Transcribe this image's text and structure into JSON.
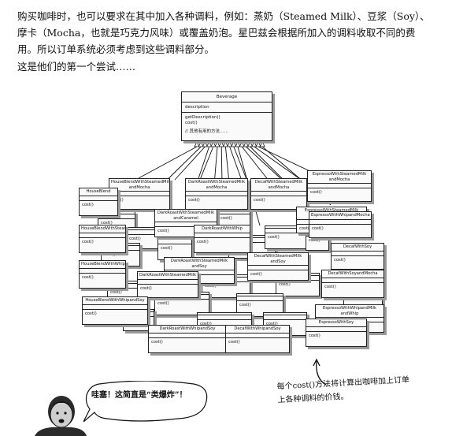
{
  "intro": {
    "paragraph": "购买咖啡时，也可以要求在其中加入各种调料，例如：蒸奶（Steamed Milk）、豆浆（Soy）、摩卡（Mocha，也就是巧克力风味）或覆盖奶泡。星巴兹会根据所加入的调料收取不同的费用。所以订单系统必须考虑到这些调料部分。",
    "subtitle": "这是他们的第一个尝试……"
  },
  "base_class": {
    "name": "Beverage",
    "attribute": "description",
    "methods": [
      "getDescription()",
      "cost()"
    ],
    "comment": "// 其他有用的方法……"
  },
  "subclasses": [
    {
      "name": "HouseBlendWithSteamedMilk\nandMocha",
      "method": "cost()"
    },
    {
      "name": "DarkRoastWithSteamedMilk\nandMocha",
      "method": "cost()"
    },
    {
      "name": "DecafWithSteamedMilk\nandMocha",
      "method": "cost()"
    },
    {
      "name": "EspressoWithSteamedMilk\nandMocha",
      "method": "cost()"
    },
    {
      "name": "HouseBlend",
      "method": "cost()"
    },
    {
      "name": "DarkRoastWithSteamedMilk\nandCaramel",
      "method": "cost()"
    },
    {
      "name": "EspressoWithSteamedMilk\nandCaramel",
      "method": "cost()"
    },
    {
      "name": "EspressoWithWhipandMocha",
      "method": "cost()"
    },
    {
      "name": "HouseBlendWithSteamedMilk",
      "method": "cost()"
    },
    {
      "name": "DarkRoastWithWhip",
      "method": "cost()"
    },
    {
      "name": "DecafWithSoy",
      "method": "cost()"
    },
    {
      "name": "DarkRoastWithSteamedMilk\nandSoy",
      "method": "cost()"
    },
    {
      "name": "DecafWithSteamedMilk\nandSoy",
      "method": "cost()"
    },
    {
      "name": "HouseBlendWithWhip",
      "method": "cost()"
    },
    {
      "name": "DarkRoastWithSteamedMilk",
      "method": "cost()"
    },
    {
      "name": "DecafWithSoyandMocha",
      "method": "cost()"
    },
    {
      "name": "HouseBlendWithWhipandSoy",
      "method": "cost()"
    },
    {
      "name": "DarkRoastWithWhipandSoy",
      "method": "cost()"
    },
    {
      "name": "DecafWithWhipandSoy",
      "method": "cost()"
    },
    {
      "name": "EspressoWithWhipandMilk\nandWhip",
      "method": "cost()"
    },
    {
      "name": "EspressoWithSoy",
      "method": "cost()"
    }
  ],
  "speech_bubble": "哇塞！这简直是“类爆炸”！",
  "annotation": "每个cost()方法将计算出咖啡加上订单上各种调料的价钱。"
}
